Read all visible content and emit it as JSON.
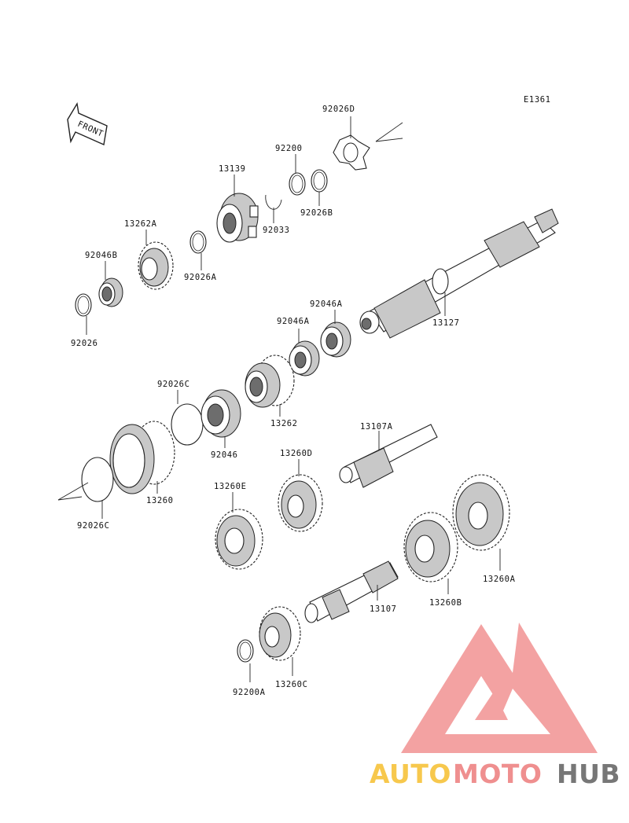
{
  "diagram": {
    "code": "E1361",
    "front_arrow_label": "FRONT",
    "parts": {
      "p92026D": "92026D",
      "p92200": "92200",
      "p13139": "13139",
      "p92026B": "92026B",
      "p92033": "92033",
      "p13262A": "13262A",
      "p92026A": "92026A",
      "p92046B": "92046B",
      "p92026": "92026",
      "p92046A_top": "92046A",
      "p92046A_bottom": "92046A",
      "p13127": "13127",
      "p92026C_top": "92026C",
      "p13262": "13262",
      "p92046": "92046",
      "p13107A": "13107A",
      "p13260D": "13260D",
      "p13260": "13260",
      "p13260E": "13260E",
      "p92026C_bottom": "92026C",
      "p13260A": "13260A",
      "p13260B": "13260B",
      "p13107": "13107",
      "p92200A": "92200A",
      "p13260C": "13260C"
    }
  },
  "watermark": {
    "brand_part1": "AUTO",
    "brand_part2": "MOTO",
    "brand_part3": "HUB",
    "colors": {
      "logo": "#f29b9b",
      "auto": "#f7c84d",
      "moto": "#ef8f8f",
      "hub": "#777777"
    }
  }
}
